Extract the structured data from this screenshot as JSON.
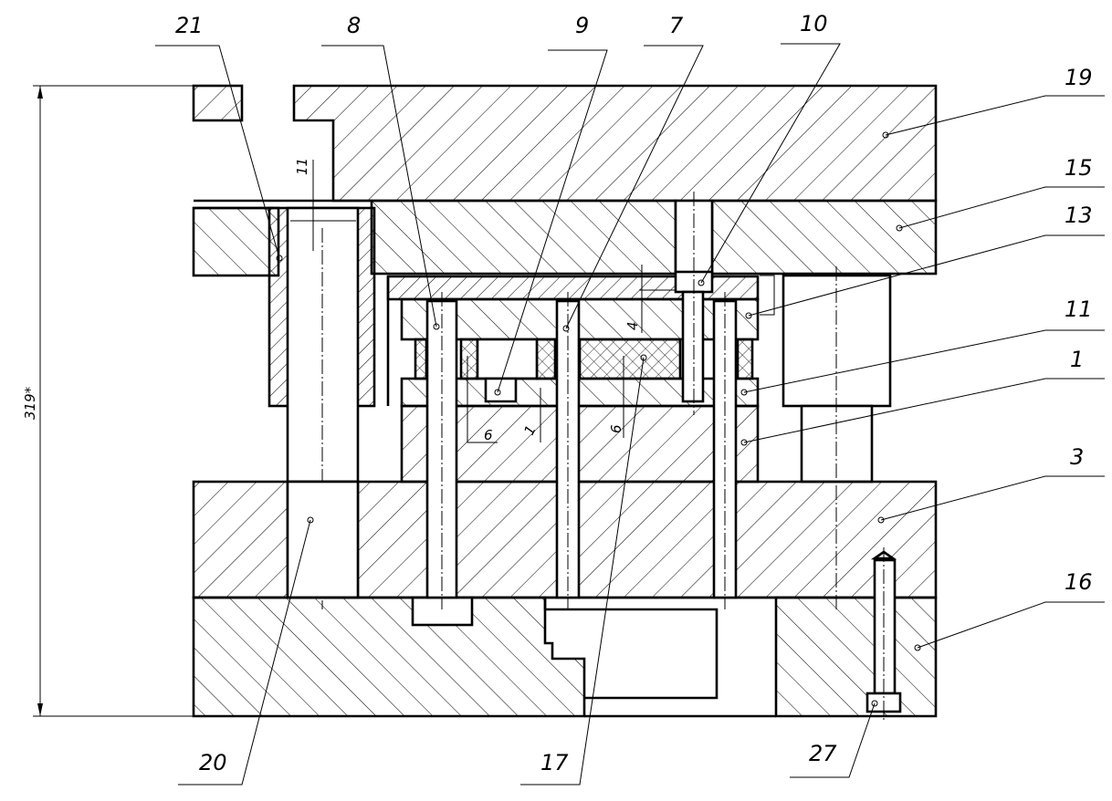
{
  "drawing": {
    "part_labels": {
      "p21": "21",
      "p8": "8",
      "p9": "9",
      "p7": "7",
      "p10": "10",
      "p19": "19",
      "p15": "15",
      "p13": "13",
      "p11": "11",
      "p1": "1",
      "p3": "3",
      "p16": "16",
      "p27": "27",
      "p17": "17",
      "p20": "20"
    },
    "dimensions": {
      "overall_height": "319*",
      "pillar_gap": "11",
      "dim_4": "4",
      "dim_6_left": "6",
      "dim_1": "1",
      "dim_6_center": "6"
    }
  }
}
